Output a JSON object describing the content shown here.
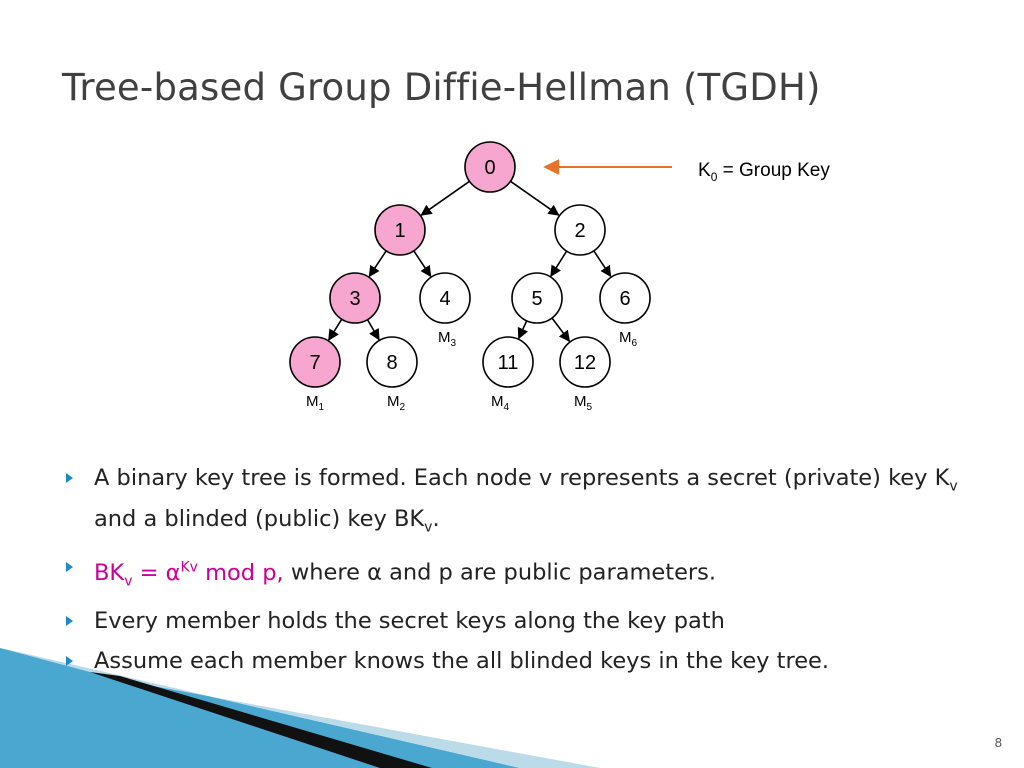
{
  "title": "Tree-based Group Diffie-Hellman (TGDH)",
  "key_note": {
    "main": "K",
    "sub": "0",
    "rest": " = Group Key"
  },
  "tree": {
    "nodes": [
      {
        "id": "0",
        "highlighted": true
      },
      {
        "id": "1",
        "highlighted": true
      },
      {
        "id": "2",
        "highlighted": false
      },
      {
        "id": "3",
        "highlighted": true
      },
      {
        "id": "4",
        "highlighted": false
      },
      {
        "id": "5",
        "highlighted": false
      },
      {
        "id": "6",
        "highlighted": false
      },
      {
        "id": "7",
        "highlighted": true
      },
      {
        "id": "8",
        "highlighted": false
      },
      {
        "id": "11",
        "highlighted": false
      },
      {
        "id": "12",
        "highlighted": false
      }
    ],
    "edges": [
      [
        "0",
        "1"
      ],
      [
        "0",
        "2"
      ],
      [
        "1",
        "3"
      ],
      [
        "1",
        "4"
      ],
      [
        "2",
        "5"
      ],
      [
        "2",
        "6"
      ],
      [
        "3",
        "7"
      ],
      [
        "3",
        "8"
      ],
      [
        "5",
        "11"
      ],
      [
        "5",
        "12"
      ]
    ],
    "members": [
      {
        "node": "7",
        "label": "M",
        "sub": "1"
      },
      {
        "node": "8",
        "label": "M",
        "sub": "2"
      },
      {
        "node": "4",
        "label": "M",
        "sub": "3"
      },
      {
        "node": "11",
        "label": "M",
        "sub": "4"
      },
      {
        "node": "12",
        "label": "M",
        "sub": "5"
      },
      {
        "node": "6",
        "label": "M",
        "sub": "6"
      }
    ]
  },
  "bullets": {
    "b1": {
      "text1": "A binary key tree is formed. Each node v represents a secret (private) key K",
      "sub1": "v",
      "text2": " and a blinded (public) key BK",
      "sub2": "v",
      "text3": "."
    },
    "b2": {
      "bk": "BK",
      "bk_sub": "v",
      "eq": " = α",
      "sup": "Kv",
      "mod": " mod p,",
      "rest": " where α and p are public parameters."
    },
    "b3": "Every member holds the secret keys along the key path",
    "b4": "Assume each member knows the all blinded keys in the key tree."
  },
  "page_number": "8",
  "colors": {
    "highlight": "#f7a6d0",
    "accent_pink": "#cc0099",
    "arrow": "#e8722a",
    "bullet": "#1c8ac7",
    "title": "#404040"
  }
}
